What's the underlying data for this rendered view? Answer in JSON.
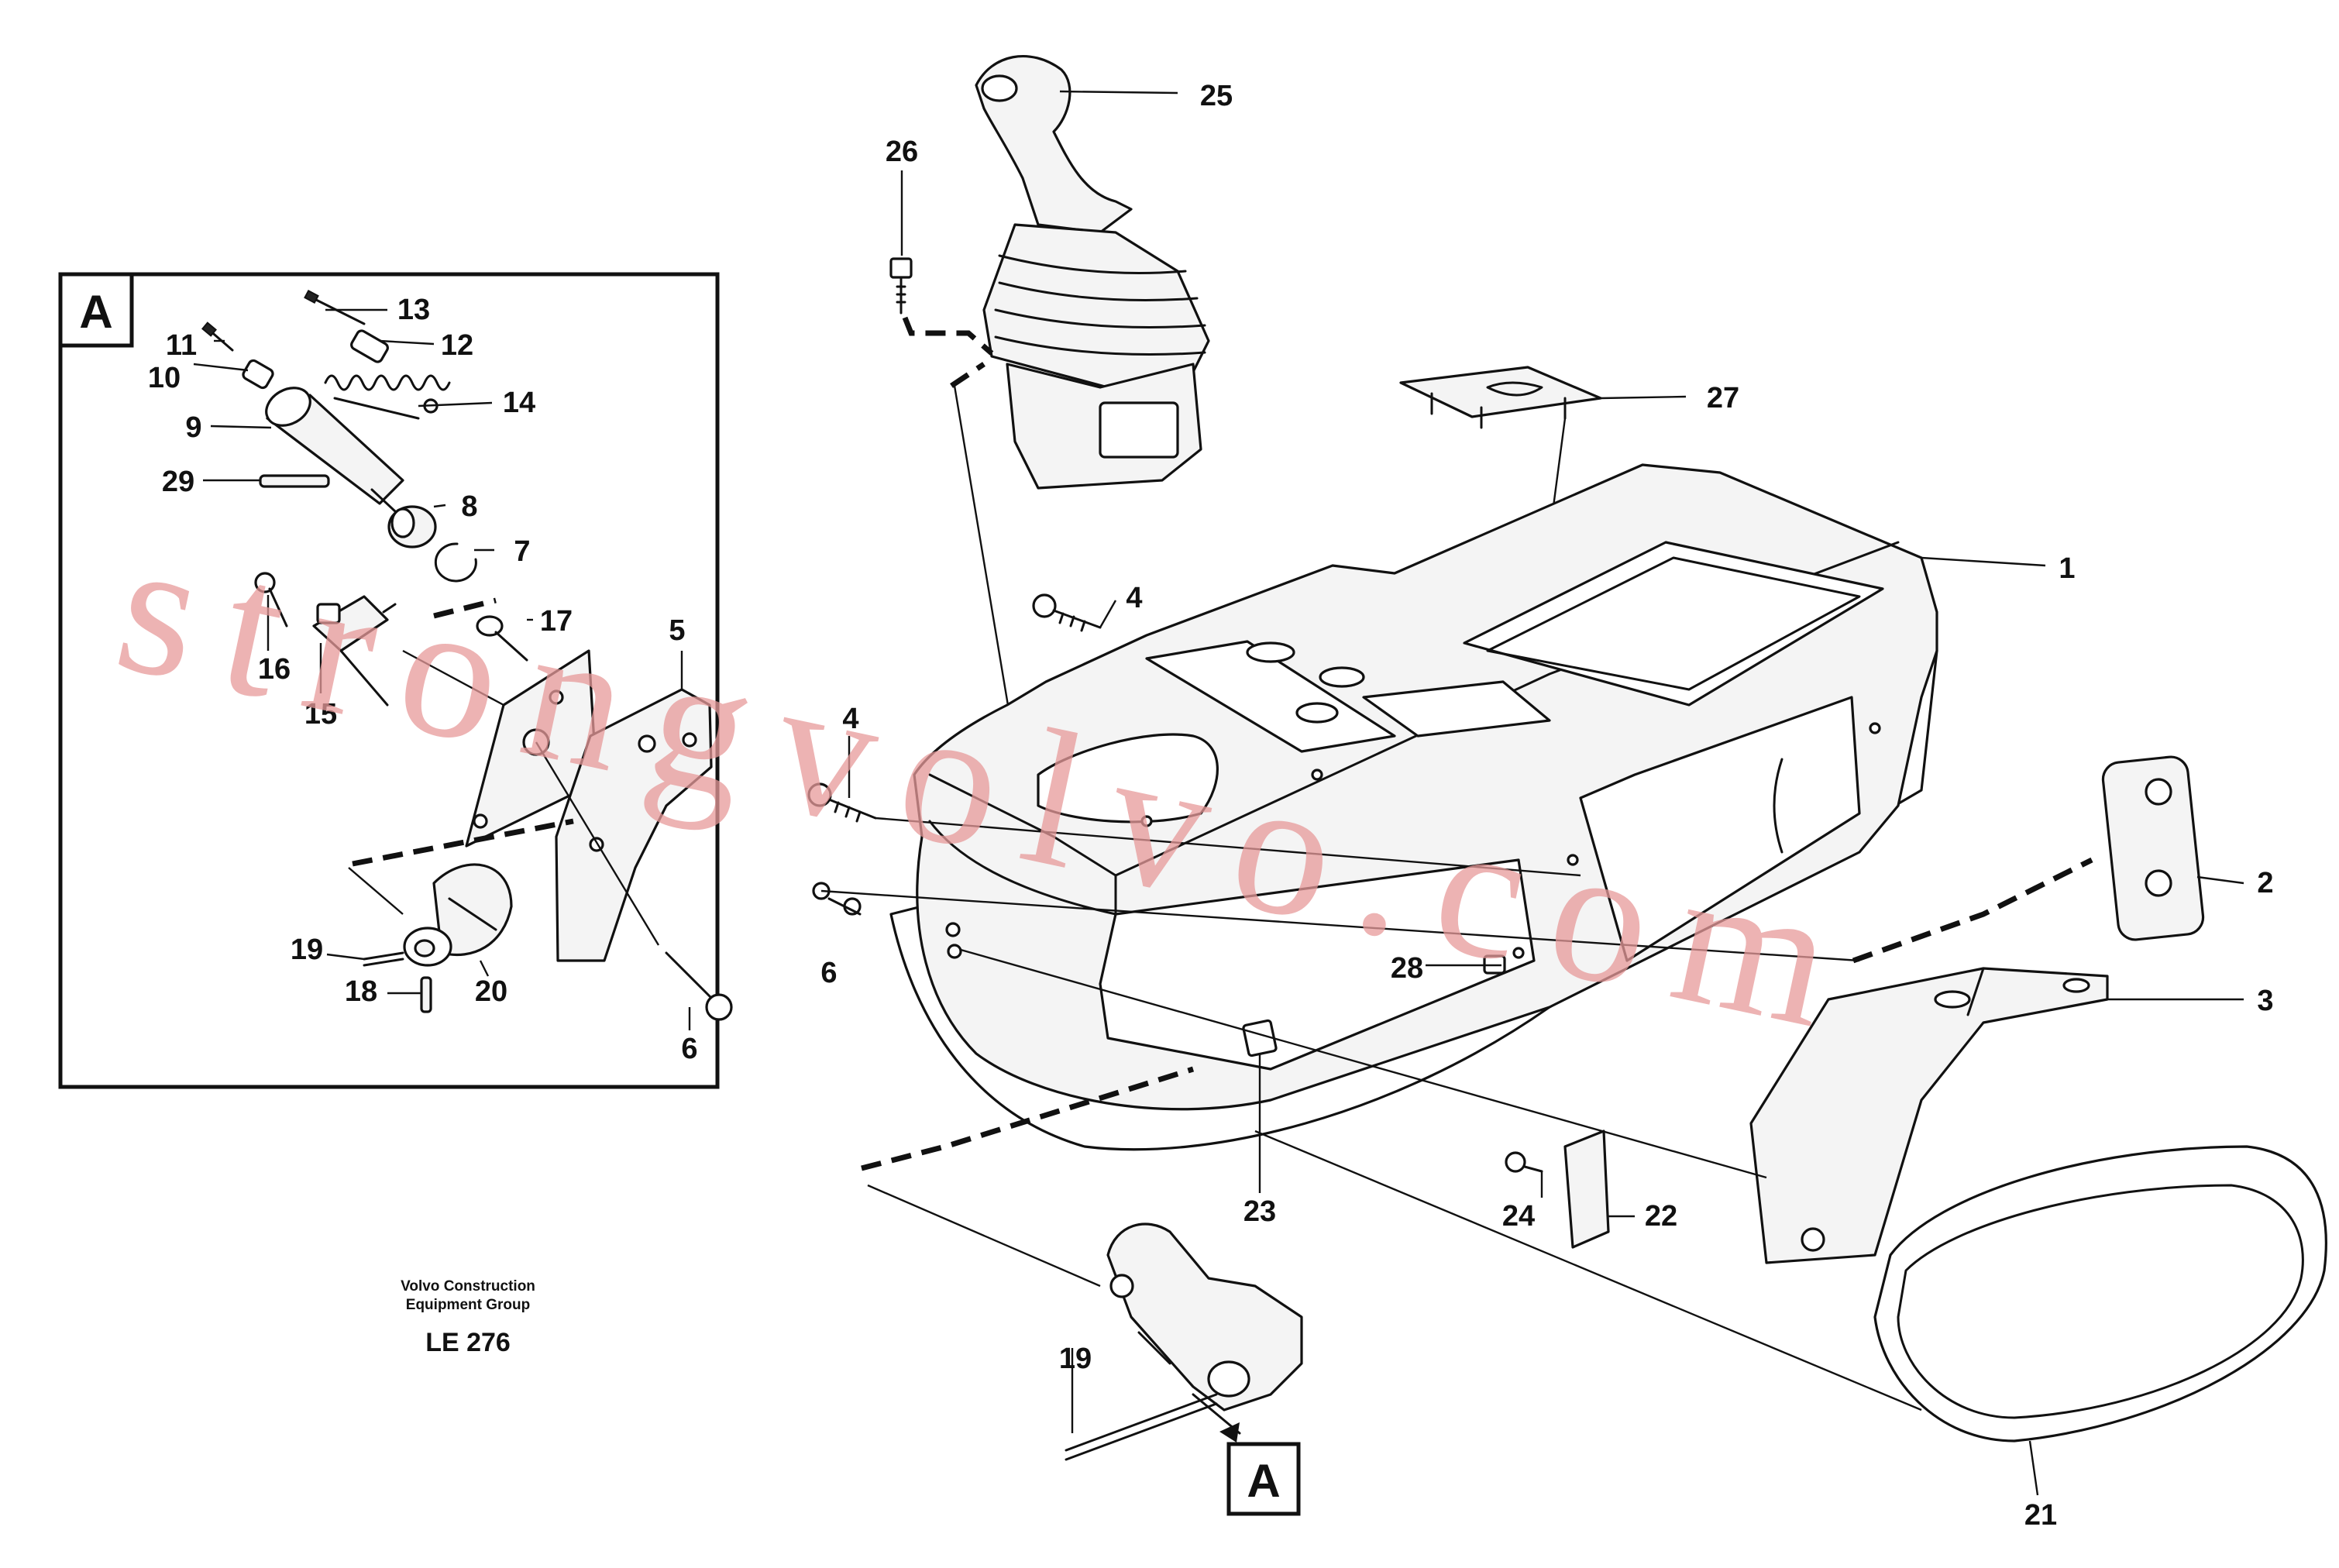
{
  "diagram": {
    "detail_label": "A",
    "credit_line1": "Volvo Construction",
    "credit_line2": "Equipment Group",
    "drawing_code": "LE 276",
    "watermark": "strongvolvo.com",
    "callouts": {
      "c1": "1",
      "c2": "2",
      "c3": "3",
      "c4a": "4",
      "c4b": "4",
      "c5": "5",
      "c6a": "6",
      "c6b": "6",
      "c7": "7",
      "c8": "8",
      "c9": "9",
      "c10": "10",
      "c11": "11",
      "c12": "12",
      "c13": "13",
      "c14": "14",
      "c15": "15",
      "c16": "16",
      "c17": "17",
      "c18": "18",
      "c19a": "19",
      "c19b": "19",
      "c20": "20",
      "c21": "21",
      "c22": "22",
      "c23": "23",
      "c24": "24",
      "c25": "25",
      "c26": "26",
      "c27": "27",
      "c28": "28",
      "c29": "29"
    }
  }
}
